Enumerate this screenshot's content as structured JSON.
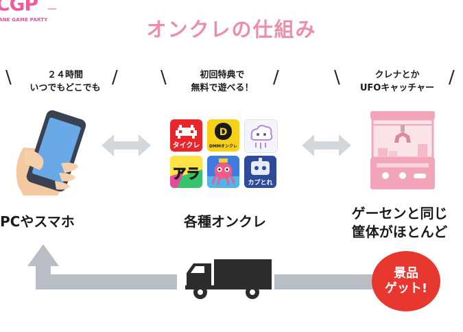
{
  "logo": {
    "mark": "CGP",
    "sub": "ANE GAME PARTY"
  },
  "title": "オンクレの仕組み",
  "col1": {
    "caption_line1": "２４時間",
    "caption_line2": "いつでもどこでも",
    "label": "PCやスマホ"
  },
  "col2": {
    "caption_line1": "初回特典で",
    "caption_line2": "無料で遊べる！",
    "label": "各種オンクレ"
  },
  "col3": {
    "caption_line1": "クレナとか",
    "caption_line2": "UFOキャッチャー",
    "label_line1": "ゲーセンと同じ",
    "label_line2": "筐体がほとんど"
  },
  "apps": {
    "taikure": "タイクレ",
    "dmm": "DMMオンクレ",
    "arena": "アラ",
    "capture": "カプとれ"
  },
  "badge": {
    "line1": "景品",
    "line2": "ゲット!"
  },
  "colors": {
    "title": "#ef8da8",
    "arrow": "#d3d8dd",
    "flow": "#b8bec3",
    "badge": "#e8372e",
    "truck": "#2c2c2c",
    "machine": "#f4a9bd"
  }
}
